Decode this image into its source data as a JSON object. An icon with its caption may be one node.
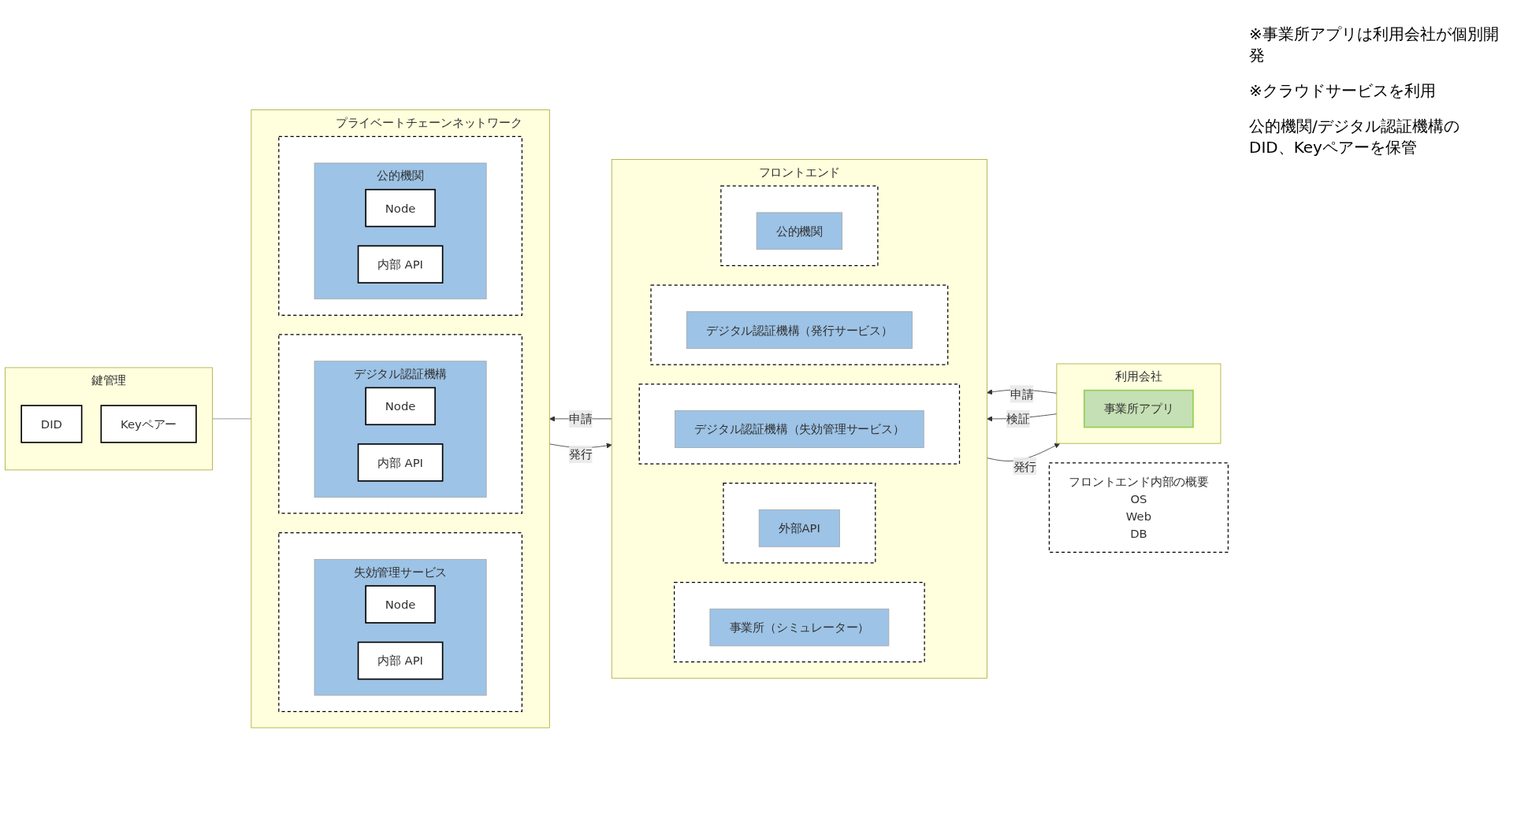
{
  "diagram": {
    "nodes": [
      {
        "text": [
          "プライベートチェーンネットワーク"
        ]
      },
      {
        "text": [],
        "shape": "box",
        "in": 0
      },
      {
        "text": [
          "公的機関"
        ],
        "in": 1
      },
      {
        "text": [
          "Node"
        ],
        "in": 2
      },
      {
        "text": [
          "内部 API"
        ],
        "in": 2
      },
      {
        "text": [],
        "shape": "box",
        "in": 0
      },
      {
        "text": [
          "デジタル認証機構"
        ],
        "in": 5
      },
      {
        "text": [
          "Node"
        ],
        "in": 6
      },
      {
        "text": [
          "内部 API"
        ],
        "in": 6
      },
      {
        "text": [],
        "shape": "box",
        "in": 0
      },
      {
        "text": [
          "失効管理サービス"
        ],
        "in": 9
      },
      {
        "text": [
          "Node"
        ],
        "in": 10
      },
      {
        "text": [
          "内部 API"
        ],
        "in": 10
      },
      {
        "text": [
          "フロントエンド"
        ]
      },
      {
        "text": [],
        "shape": "box",
        "in": 13
      },
      {
        "text": [
          "公的機関"
        ],
        "in": 14
      },
      {
        "text": [],
        "shape": "box",
        "in": 13
      },
      {
        "text": [
          "デジタル認証機構（発行サービス）"
        ],
        "in": 16
      },
      {
        "text": [],
        "shape": "box",
        "in": 13
      },
      {
        "text": [
          "デジタル認証機構（失効管理サービス）"
        ],
        "in": 18
      },
      {
        "text": [],
        "shape": "box",
        "in": 13
      },
      {
        "text": [
          "外部API"
        ],
        "in": 20
      },
      {
        "text": [],
        "shape": "box",
        "in": 13
      },
      {
        "text": [
          "事業所（シミュレーター）"
        ],
        "in": 22
      },
      {
        "text": [
          "利用会社"
        ]
      },
      {
        "text": [
          "事業所アプリ"
        ],
        "in": 24
      },
      {
        "text": [
          "鍵管理"
        ]
      },
      {
        "text": [
          "DID"
        ],
        "in": 26
      },
      {
        "text": [
          "Keyペアー"
        ],
        "in": 26
      },
      {
        "text": [
          "フロントエンド内部の概要",
          "OS",
          "Web",
          "DB"
        ]
      }
    ],
    "edges": [
      {
        "from": 13,
        "to": 0,
        "arrow": "to",
        "label": "申請"
      },
      {
        "from": 0,
        "to": 13,
        "arrow": "to",
        "label": "発行"
      },
      {
        "from": 24,
        "to": 13,
        "arrow": "to",
        "label": "申請"
      },
      {
        "from": 13,
        "to": 24,
        "arrow": "to",
        "label": "発行"
      },
      {
        "from": 24,
        "to": 13,
        "arrow": "to",
        "label": "検証"
      },
      {
        "from": 0,
        "to": 26,
        "arrow": "none",
        "color": "#808080"
      }
    ],
    "labels": [
      "※事業所アプリは利用会社が個別開発",
      "※クラウドサービスを利用",
      "公的機関/デジタル認証機構のDID、Keyペアーを保管"
    ]
  }
}
